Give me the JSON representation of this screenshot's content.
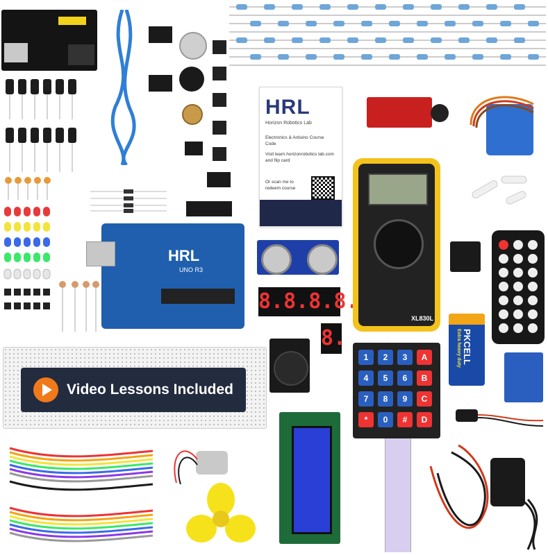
{
  "card": {
    "logo": "HRL",
    "subtitle": "Horizon Robotics Lab",
    "line1": "Electronics & Arduino Course Code",
    "line2": "Visit learn.horizonrobotics lab.com and flip card",
    "line3": "Or scan me to redeem course"
  },
  "banner": {
    "text": "Video Lessons Included"
  },
  "arduino": {
    "logo": "HRL",
    "model": "UNO R3"
  },
  "seven_segment": {
    "four_digit": "8.8.8.8.",
    "single_digit": "8."
  },
  "keypad": {
    "keys": [
      "1",
      "2",
      "3",
      "A",
      "4",
      "5",
      "6",
      "B",
      "7",
      "8",
      "9",
      "C",
      "*",
      "0",
      "#",
      "D"
    ]
  },
  "meter": {
    "model": "XL830L"
  },
  "battery": {
    "brand": "PKCELL",
    "label": "Extra heavy duty"
  },
  "colors": {
    "banner_bg": "#232b3f",
    "play_accent": "#f07a1a",
    "board_blue": "#1f5fae",
    "meter_yellow": "#f4c21c"
  }
}
